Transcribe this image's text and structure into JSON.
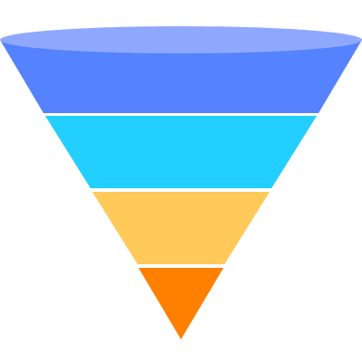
{
  "funnel": {
    "top_rim_color": "#8FA8FF",
    "segments": [
      {
        "id": "level-1",
        "color": "#5582FF"
      },
      {
        "id": "level-2",
        "color": "#22CFFF"
      },
      {
        "id": "level-3",
        "color": "#FFCA5A"
      },
      {
        "id": "level-4",
        "color": "#FF8000"
      }
    ]
  }
}
